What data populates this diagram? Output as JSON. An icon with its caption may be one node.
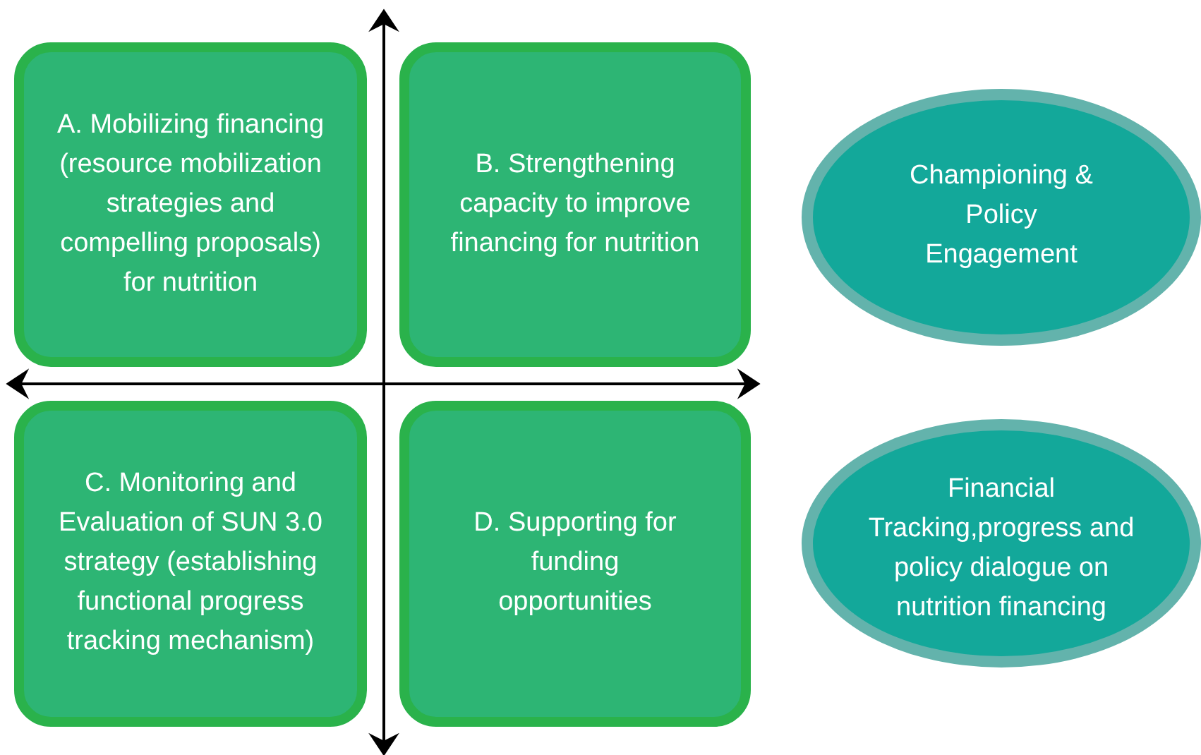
{
  "diagram": {
    "nodes": [
      {
        "text": [
          "A. Mobilizing financing (resource mobilization strategies and compelling proposals) for nutrition"
        ]
      },
      {
        "text": [
          "B. Strengthening capacity to improve financing for nutrition"
        ]
      },
      {
        "text": [
          "C. Monitoring and Evaluation of SUN 3.0 strategy (establishing functional progress tracking mechanism)"
        ]
      },
      {
        "text": [
          "D. Supporting for funding opportunities"
        ]
      },
      {
        "text": [
          "Championing & Policy Engagement"
        ]
      },
      {
        "text": [
          "Financial Tracking,progress and policy dialogue on nutrition financing"
        ]
      }
    ]
  }
}
